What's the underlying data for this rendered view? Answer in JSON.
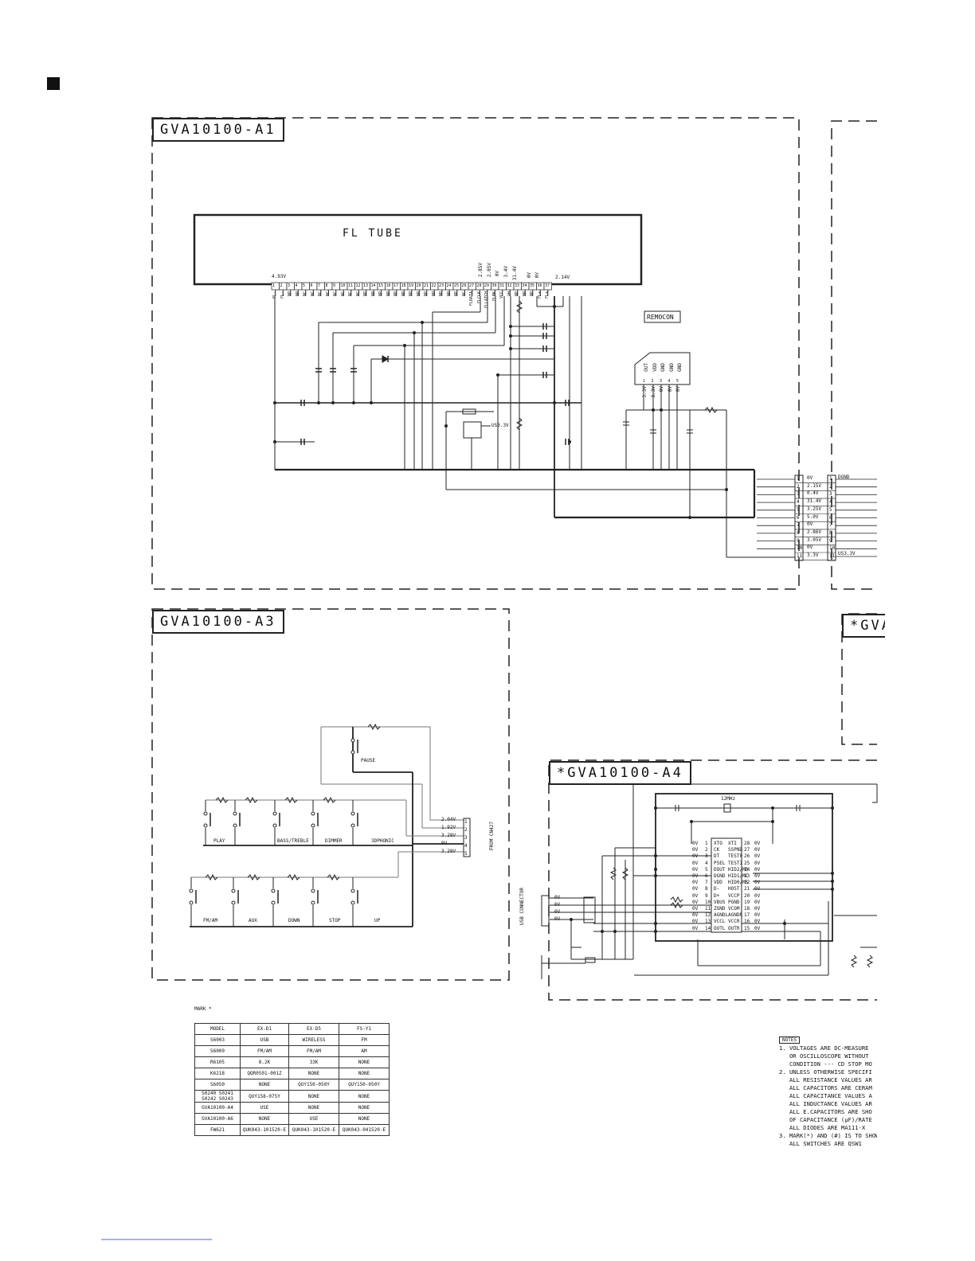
{
  "blocks": {
    "a1": "GVA10100-A1",
    "a3": "GVA10100-A3",
    "a4": "*GVA10100-A4",
    "a5_partial": "*GVA"
  },
  "a1": {
    "fl_tube": "FL TUBE",
    "remocon": "REMOCON",
    "fl_top_voltages": [
      "4.93V",
      "2.85V",
      "2.05V",
      "0V",
      "3.4V",
      "31.4V",
      "0V",
      "0V",
      "2.14V"
    ],
    "fl_pins": [
      "FL-",
      "FL-",
      "NP",
      "NP",
      "NC",
      "NC",
      "NC",
      "NC",
      "NC",
      "NC",
      "NC",
      "NC",
      "NP",
      "NP",
      "NP",
      "NP",
      "NP",
      "NP",
      "NP",
      "NP",
      "NP",
      "NP",
      "NP",
      "NP",
      "NP",
      "NC",
      "FLDATA",
      "FLCLK",
      "FLLATCH",
      "FLBK",
      "VCC",
      "VH",
      "NP",
      "NP",
      "NP",
      "FL+",
      "FL+"
    ],
    "remocon_pins": [
      "OUT",
      "VDD",
      "GND",
      "GND",
      "GND"
    ],
    "remocon_volt": [
      "3.3V",
      "3.3V",
      "0V",
      "0V",
      "0V"
    ],
    "us33": "US3.3V",
    "conn_left": [
      {
        "n": "1",
        "v": "0V"
      },
      {
        "n": "2",
        "v": "2.15V"
      },
      {
        "n": "3",
        "v": "0.4V"
      },
      {
        "n": "4",
        "v": "31.4V"
      },
      {
        "n": "5",
        "v": "3.25V"
      },
      {
        "n": "6",
        "v": "5.0V"
      },
      {
        "n": "7",
        "v": "0V"
      },
      {
        "n": "8",
        "v": "2.86V"
      },
      {
        "n": "9",
        "v": "3.05V"
      },
      {
        "n": "10",
        "v": "0V"
      },
      {
        "n": "11",
        "v": "3.3V"
      }
    ],
    "conn_right_labels": [
      "DGND",
      "US3.3V"
    ]
  },
  "a3": {
    "keys_row1": [
      "PLAY",
      "BASS/TREBLE",
      "DIMMER",
      "3DPHONIC"
    ],
    "keys_row2": [
      "FM/AM",
      "AUX",
      "DOWN",
      "STOP",
      "UP"
    ],
    "pause": "PAUSE",
    "conn_volt": [
      "2.04V",
      "1.92V",
      "3.28V",
      "0V",
      "3.28V"
    ],
    "conn_pins": [
      "1",
      "2",
      "3",
      "4",
      "5"
    ],
    "from": "FROM CN427"
  },
  "a4": {
    "usb_connector": "USB CONNECTOR",
    "crystal": "12MHz",
    "ic_left": [
      {
        "n": "1",
        "name": "XTO",
        "v": "0V"
      },
      {
        "n": "2",
        "name": "CK",
        "v": "0V"
      },
      {
        "n": "3",
        "name": "DT",
        "v": "0V"
      },
      {
        "n": "4",
        "name": "PSEL",
        "v": "0V"
      },
      {
        "n": "5",
        "name": "DOUT",
        "v": "0V"
      },
      {
        "n": "6",
        "name": "DGND",
        "v": "0V"
      },
      {
        "n": "7",
        "name": "VDD",
        "v": "0V"
      },
      {
        "n": "8",
        "name": "D-",
        "v": "0V"
      },
      {
        "n": "9",
        "name": "D+",
        "v": "0V"
      },
      {
        "n": "10",
        "name": "VBUS",
        "v": "0V"
      },
      {
        "n": "11",
        "name": "ZGND",
        "v": "0V"
      },
      {
        "n": "12",
        "name": "AGNDL",
        "v": "0V"
      },
      {
        "n": "13",
        "name": "VCCL",
        "v": "0V"
      },
      {
        "n": "14",
        "name": "OUTL",
        "v": "0V"
      }
    ],
    "ic_right": [
      {
        "n": "28",
        "name": "XTI",
        "v": "0V"
      },
      {
        "n": "27",
        "name": "SSPND",
        "v": "0V"
      },
      {
        "n": "26",
        "name": "TEST0",
        "v": "0V"
      },
      {
        "n": "25",
        "name": "TEST1",
        "v": "0V"
      },
      {
        "n": "24",
        "name": "HID2/MD",
        "v": "0V"
      },
      {
        "n": "23",
        "name": "HID1/MC",
        "v": "0V"
      },
      {
        "n": "22",
        "name": "HID0/MS",
        "v": "0V"
      },
      {
        "n": "21",
        "name": "HOST",
        "v": "0V"
      },
      {
        "n": "20",
        "name": "VCCP",
        "v": "0V"
      },
      {
        "n": "19",
        "name": "PGND",
        "v": "0V"
      },
      {
        "n": "18",
        "name": "VCOM",
        "v": "0V"
      },
      {
        "n": "17",
        "name": "AGNDR",
        "v": "0V"
      },
      {
        "n": "16",
        "name": "VCCR",
        "v": "0V"
      },
      {
        "n": "15",
        "name": "OUTR",
        "v": "0V"
      }
    ],
    "usb_volts": [
      "0V",
      "0V",
      "0V",
      "0V"
    ]
  },
  "mark_table": {
    "title": "MARK *",
    "header": [
      "MODEL",
      "EX-D1",
      "EX-D5",
      "FS-Y1"
    ],
    "rows": [
      [
        "S6003",
        "USB",
        "WIRELESS",
        "FM"
      ],
      [
        "S6009",
        "FM/AM",
        "FM/AM",
        "AM"
      ],
      [
        "R6105",
        "8.2K",
        "33K",
        "NONE"
      ],
      [
        "K6218",
        "QQR0501-001Z",
        "NONE",
        "NONE"
      ],
      [
        "S6050",
        "NONE",
        "QUY150-050Y",
        "QUY150-050Y"
      ],
      [
        "S0240 S0241 S0242 S0243",
        "QUY158-075Y",
        "NONE",
        "NONE"
      ],
      [
        "GVA10100-A4",
        "USE",
        "NONE",
        "NONE"
      ],
      [
        "GVA10100-A6",
        "NONE",
        "USE",
        "NONE"
      ],
      [
        "FW621",
        "QUK043-101520-E",
        "QUK043-101520-E",
        "QUK043-041520-E"
      ]
    ]
  },
  "notes": {
    "title": "NOTES",
    "lines": [
      "1. VOLTAGES ARE DC-MEASURE",
      "   OR OSCILLOSCOPE WITHOUT",
      "   CONDITION --- CD STOP MO",
      "2. UNLESS OTHERWISE SPECIFI",
      "   ALL RESISTANCE VALUES AR",
      "   ALL CAPACITORS ARE CERAM",
      "   ALL CAPACITANCE VALUES A",
      "   ALL INDUCTANCE VALUES AR",
      "   ALL E.CAPACITORS ARE SHO",
      "   OF CAPACITANCE (μF)/RATE",
      "   ALL DIODES ARE MA111-X",
      "3. MARK(*) AND (#) IS TO SHOW",
      "   ALL SWITCHES ARE QSW1"
    ]
  }
}
